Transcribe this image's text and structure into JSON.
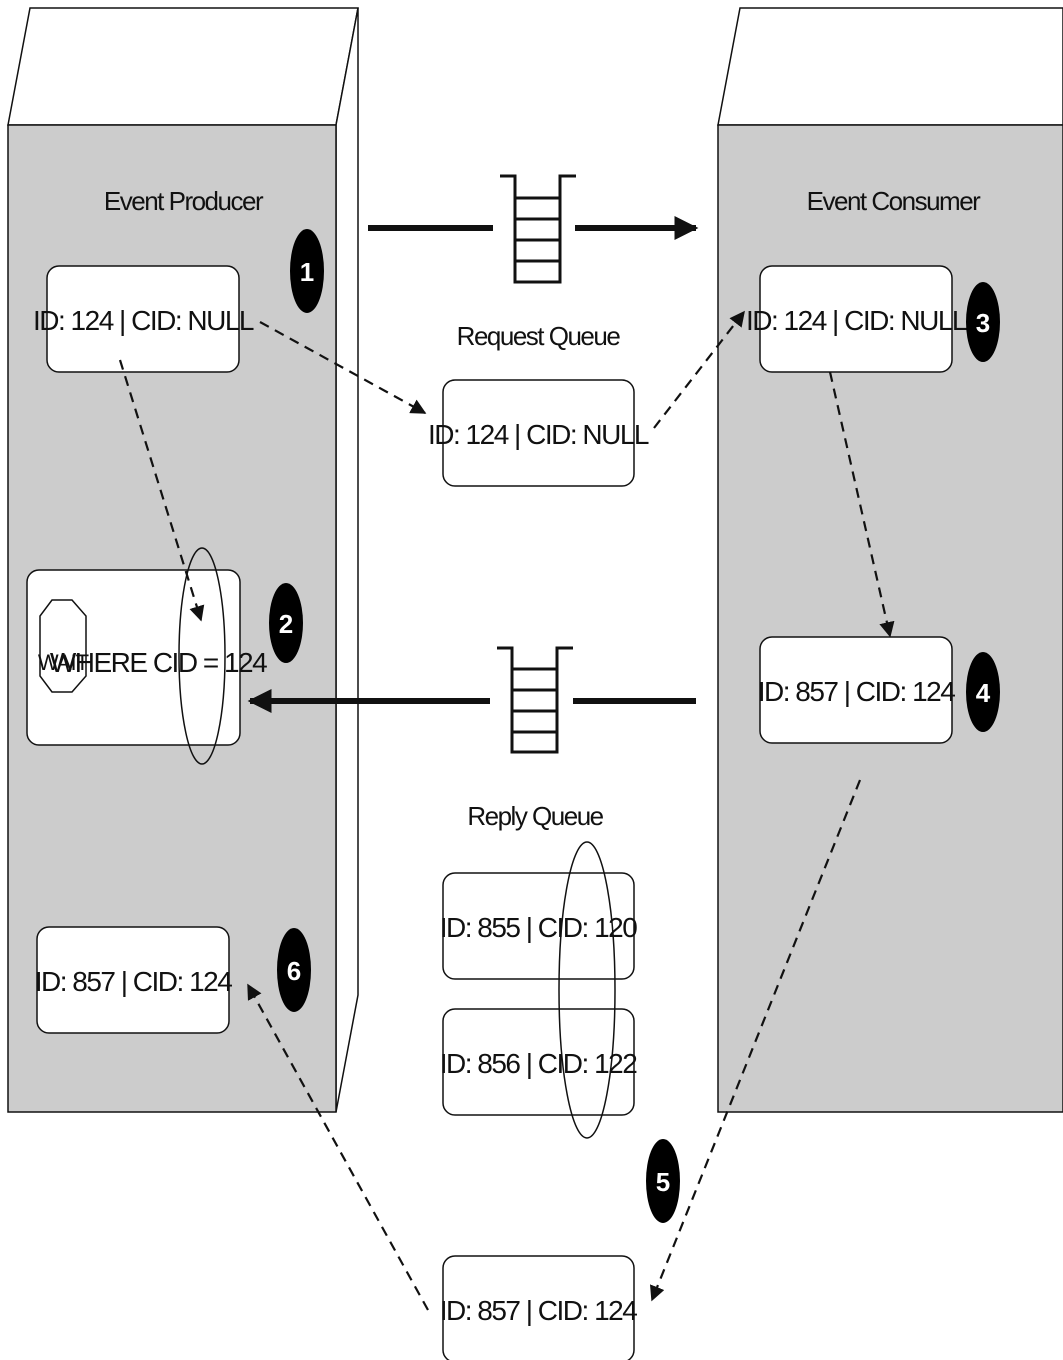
{
  "producer": {
    "title": "Event Producer",
    "request_msg": "ID: 124 | CID: NULL",
    "wait_label": "WAIT",
    "wait_clause": "WHERE CID = 124",
    "received_msg": "ID: 857 | CID: 124"
  },
  "consumer": {
    "title": "Event Consumer",
    "received_msg": "ID: 124 | CID: NULL",
    "reply_msg": "ID: 857 | CID: 124"
  },
  "request_queue": {
    "label": "Request Queue",
    "msg": "ID: 124 | CID: NULL"
  },
  "reply_queue": {
    "label": "Reply Queue",
    "msgs": [
      "ID: 855 | CID: 120",
      "ID: 856 | CID: 122"
    ],
    "bottom_msg": "ID: 857 | CID: 124"
  },
  "steps": [
    "1",
    "2",
    "3",
    "4",
    "5",
    "6"
  ],
  "colors": {
    "box_fill": "#cccccc",
    "ink": "#111111",
    "badge": "#000000"
  }
}
